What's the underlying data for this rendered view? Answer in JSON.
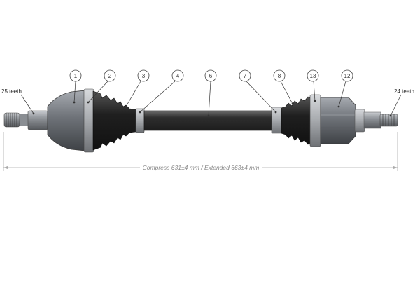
{
  "left_teeth": "25 teeth",
  "right_teeth": "24 teeth",
  "dimension": "Compress 631±4 mm / Extended 663±4 mm",
  "callouts": [
    {
      "label": "1"
    },
    {
      "label": "2"
    },
    {
      "label": "3"
    },
    {
      "label": "4"
    },
    {
      "label": "6"
    },
    {
      "label": "7"
    },
    {
      "label": "8"
    },
    {
      "label": "13"
    },
    {
      "label": "12"
    }
  ],
  "colors": {
    "rubber": "#2a2a2a",
    "shaft": "#3a3a3a",
    "metal": "#8d9196",
    "cv_housing": "#7b7f86"
  }
}
